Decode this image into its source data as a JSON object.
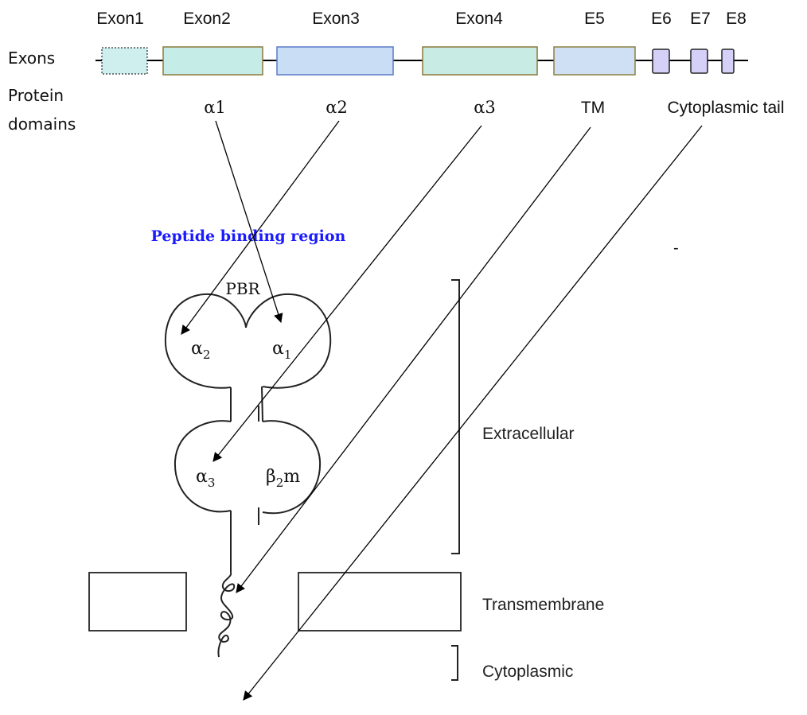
{
  "exons": {
    "row_label": "Exons",
    "items": [
      {
        "label": "Exon1",
        "fill": "#cfeeee",
        "dashed": true
      },
      {
        "label": "Exon2",
        "fill": "#c6ece8"
      },
      {
        "label": "Exon3",
        "fill": "#c9def4"
      },
      {
        "label": "Exon4",
        "fill": "#c8ece4"
      },
      {
        "label": "E5",
        "fill": "#cfe0f4"
      },
      {
        "label": "E6",
        "fill": "#d4d0f8"
      },
      {
        "label": "E7",
        "fill": "#d4d0f8"
      },
      {
        "label": "E8",
        "fill": "#d4d0f8"
      }
    ]
  },
  "domains": {
    "row_label_line1": "Protein",
    "row_label_line2": "domains",
    "items": [
      "α1",
      "α2",
      "α3",
      "TM",
      "Cytoplasmic tail"
    ]
  },
  "peptide_binding_title": "Peptide binding region",
  "peptide_binding_color": "#1a1aff",
  "molecule": {
    "pbr_label": "PBR",
    "alpha1": {
      "base": "α",
      "sub": "1"
    },
    "alpha2": {
      "base": "α",
      "sub": "2"
    },
    "alpha3": {
      "base": "α",
      "sub": "3"
    },
    "beta2m": {
      "base": "β",
      "sub": "2",
      "tail": "m"
    }
  },
  "regions": {
    "extracellular": "Extracellular",
    "transmembrane": "Transmembrane",
    "cytoplasmic": "Cytoplasmic"
  },
  "stray_mark": "-"
}
